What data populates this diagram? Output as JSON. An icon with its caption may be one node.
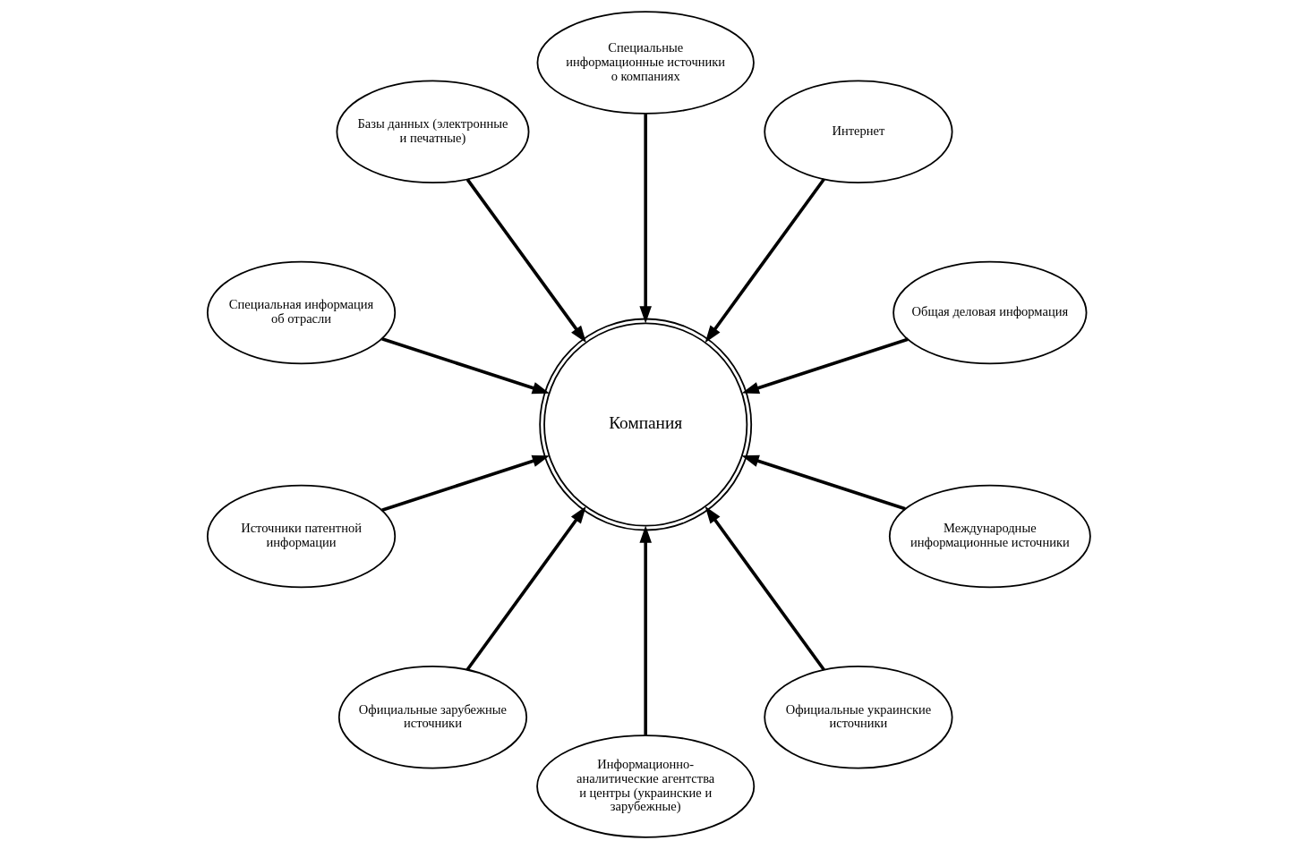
{
  "diagram": {
    "nodes": [
      {
        "text": [
          "Общая деловая информация"
        ]
      },
      {
        "text": [
          "Интернет"
        ]
      },
      {
        "text": [
          "Специальные информационные источники о компаниях"
        ]
      },
      {
        "text": [
          "Базы данных (электронные и печатные)"
        ]
      },
      {
        "text": [
          "Специальная информация об отрасли"
        ]
      },
      {
        "text": [
          "Компания"
        ]
      },
      {
        "text": [
          "Источники патентной информации"
        ]
      },
      {
        "text": [
          "Официальные зарубежные источники"
        ]
      },
      {
        "text": [
          "Информационно-аналитические агентства и центры (украинские и зарубежные)"
        ]
      },
      {
        "text": [
          "Официальные украинские источники"
        ]
      },
      {
        "text": [
          "Международные информационные источники"
        ]
      }
    ],
    "edges": [
      {
        "from": 0,
        "to": 5,
        "arrow": "to"
      },
      {
        "from": 1,
        "to": 5,
        "arrow": "to"
      },
      {
        "from": 2,
        "to": 5,
        "arrow": "to"
      },
      {
        "from": 3,
        "to": 5,
        "arrow": "to"
      },
      {
        "from": 4,
        "to": 5,
        "arrow": "to"
      },
      {
        "from": 6,
        "to": 5,
        "arrow": "to"
      },
      {
        "from": 7,
        "to": 5,
        "arrow": "to"
      },
      {
        "from": 8,
        "to": 5,
        "arrow": "to"
      },
      {
        "from": 9,
        "to": 5,
        "arrow": "to"
      },
      {
        "from": 10,
        "to": 5,
        "arrow": "to"
      }
    ]
  }
}
